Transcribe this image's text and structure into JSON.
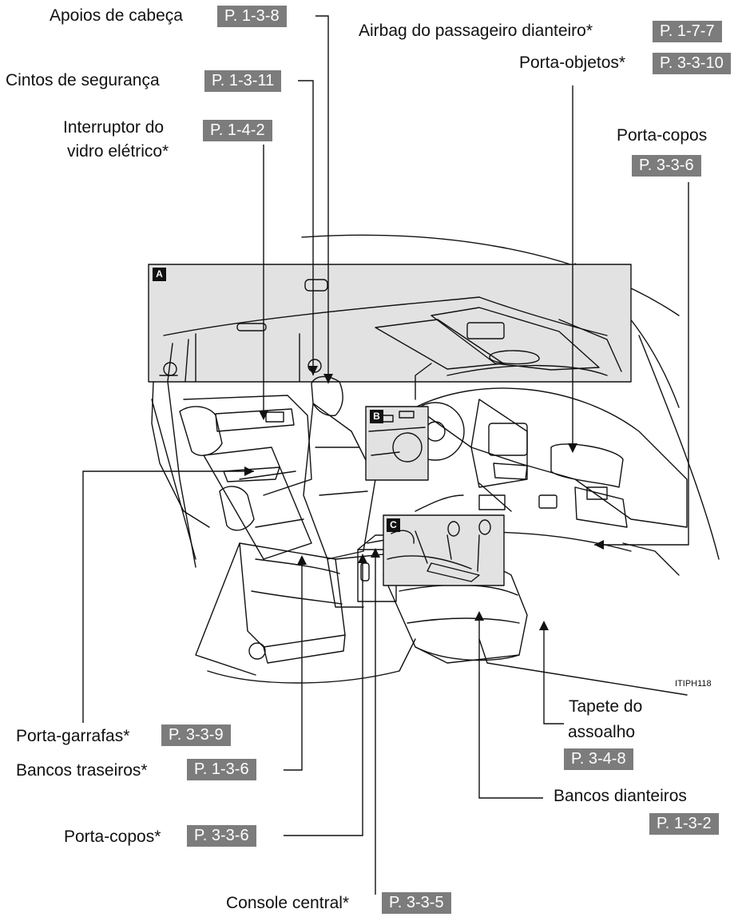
{
  "labels": {
    "apoios": {
      "text": "Apoios de cabeça",
      "ref": "P. 1-3-8"
    },
    "airbag": {
      "text": "Airbag do passageiro dianteiro*",
      "ref": "P. 1-7-7"
    },
    "cintos": {
      "text": "Cintos de segurança",
      "ref": "P. 1-3-11"
    },
    "porta_objetos": {
      "text": "Porta-objetos*",
      "ref": "P. 3-3-10"
    },
    "interruptor": {
      "line1": "Interruptor do",
      "line2": "vidro elétrico*",
      "ref": "P. 1-4-2"
    },
    "porta_copos_top": {
      "text": "Porta-copos",
      "ref": "P. 3-3-6"
    },
    "porta_garrafas": {
      "text": "Porta-garrafas*",
      "ref": "P. 3-3-9"
    },
    "tapete": {
      "line1": "Tapete do",
      "line2": "assoalho",
      "ref": "P. 3-4-8"
    },
    "bancos_traseiros": {
      "text": "Bancos traseiros*",
      "ref": "P. 1-3-6"
    },
    "bancos_dianteiros": {
      "text": "Bancos dianteiros",
      "ref": "P. 1-3-2"
    },
    "porta_copos_bottom": {
      "text": "Porta-copos*",
      "ref": "P. 3-3-6"
    },
    "console": {
      "text": "Console central*",
      "ref": "P. 3-3-5"
    }
  },
  "figure_code": "ITIPH118",
  "callouts": {
    "a": "A",
    "b": "B",
    "c": "C"
  },
  "colors": {
    "ref_box": "#7c7c7c",
    "panel_fill": "#e2e2e2",
    "line": "#111111"
  }
}
